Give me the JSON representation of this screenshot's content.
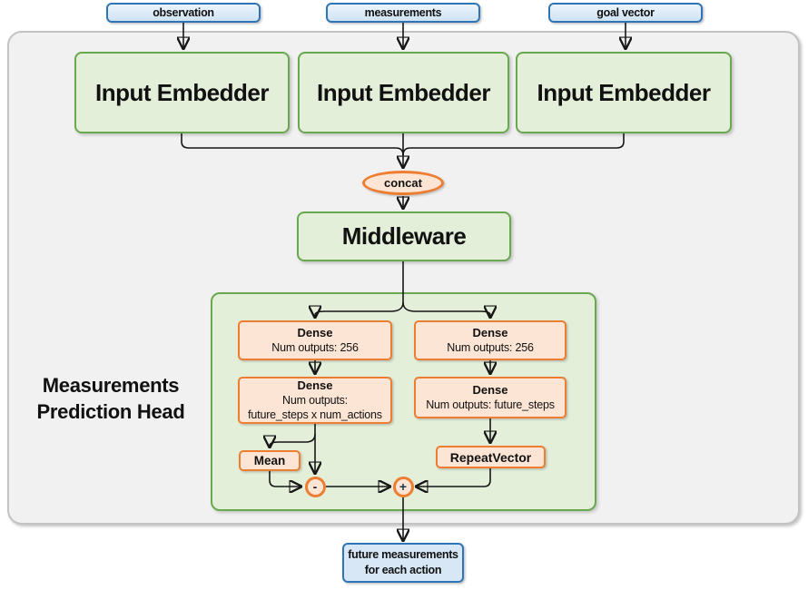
{
  "inputs": [
    {
      "label": "observation"
    },
    {
      "label": "measurements"
    },
    {
      "label": "goal vector"
    }
  ],
  "embedders": [
    {
      "label": "Input Embedder"
    },
    {
      "label": "Input Embedder"
    },
    {
      "label": "Input Embedder"
    }
  ],
  "concat_label": "concat",
  "middleware_label": "Middleware",
  "head": {
    "title_line1": "Measurements",
    "title_line2": "Prediction Head",
    "left": {
      "dense1_title": "Dense",
      "dense1_sub": "Num outputs: 256",
      "dense2_title": "Dense",
      "dense2_sub1": "Num outputs:",
      "dense2_sub2": "future_steps x num_actions",
      "mean_label": "Mean",
      "minus_label": "-"
    },
    "right": {
      "dense1_title": "Dense",
      "dense1_sub": "Num outputs: 256",
      "dense2_title": "Dense",
      "dense2_sub": "Num outputs: future_steps",
      "repeat_label": "RepeatVector",
      "plus_label": "+"
    }
  },
  "output": {
    "line1": "future measurements",
    "line2": "for each action"
  },
  "colors": {
    "green_border": "#6aa84f",
    "green_fill": "#e3efd9",
    "orange_border": "#ed7d31",
    "orange_fill": "#fce5d5",
    "blue_border": "#2e75b6",
    "blue_fill": "#d7e7f6",
    "frame_fill": "#f1f1f2",
    "wire": "#161616"
  }
}
